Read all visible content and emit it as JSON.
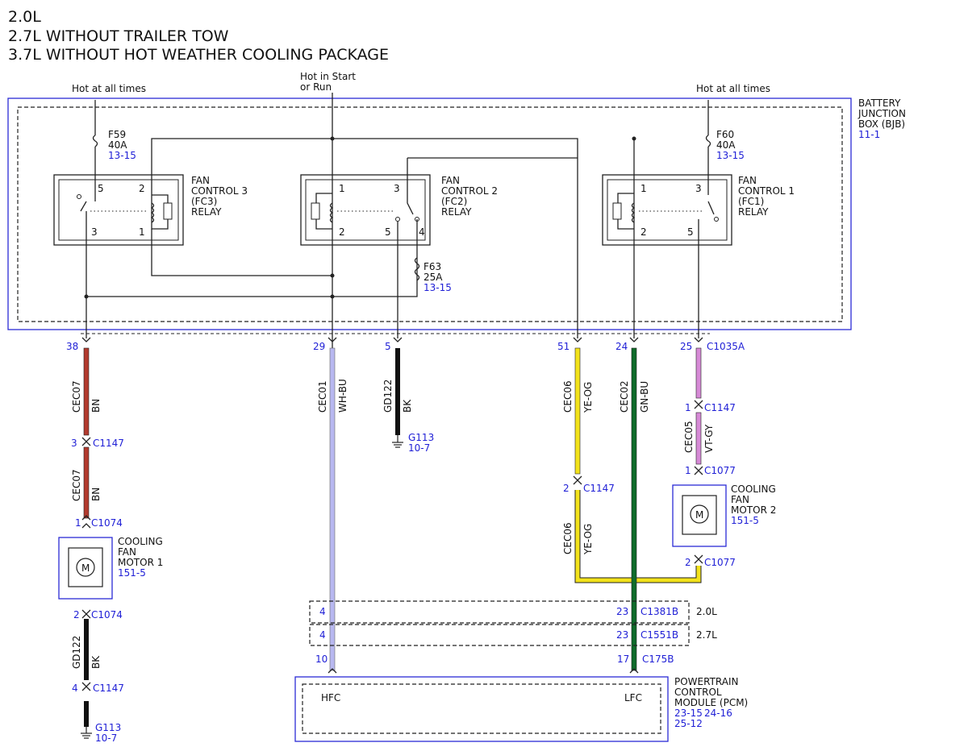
{
  "header": {
    "line1": "2.0L",
    "line2": "2.7L WITHOUT TRAILER TOW",
    "line3": "3.7L WITHOUT HOT WEATHER COOLING PACKAGE"
  },
  "power": {
    "hot_left": "Hot at all times",
    "hot_start_1": "Hot in Start",
    "hot_start_2": "or Run",
    "hot_right": "Hot at all times"
  },
  "bjb": {
    "line1": "BATTERY",
    "line2": "JUNCTION",
    "line3": "BOX (BJB)",
    "ref": "11-1"
  },
  "fuses": {
    "f59": {
      "name": "F59",
      "amps": "40A",
      "ref": "13-15"
    },
    "f60": {
      "name": "F60",
      "amps": "40A",
      "ref": "13-15"
    },
    "f63": {
      "name": "F63",
      "amps": "25A",
      "ref": "13-15"
    }
  },
  "relays": {
    "fc3": {
      "l1": "FAN",
      "l2": "CONTROL 3",
      "l3": "(FC3)",
      "l4": "RELAY",
      "p5": "5",
      "p2": "2",
      "p3": "3",
      "p1": "1"
    },
    "fc2": {
      "l1": "FAN",
      "l2": "CONTROL 2",
      "l3": "(FC2)",
      "l4": "RELAY",
      "p1": "1",
      "p3": "3",
      "p2": "2",
      "p5": "5",
      "p4": "4"
    },
    "fc1": {
      "l1": "FAN",
      "l2": "CONTROL 1",
      "l3": "(FC1)",
      "l4": "RELAY",
      "p1": "1",
      "p3": "3",
      "p2": "2",
      "p5": "5"
    }
  },
  "pins": {
    "p38": "38",
    "p29": "29",
    "p5": "5",
    "p51": "51",
    "p24": "24",
    "p25": "25",
    "c1035a": "C1035A"
  },
  "circuits": {
    "cec07a": {
      "code": "CEC07",
      "color": "BN"
    },
    "cec01": {
      "code": "CEC01",
      "color": "WH-BU"
    },
    "gd122a": {
      "code": "GD122",
      "color": "BK"
    },
    "cec06a": {
      "code": "CEC06",
      "color": "YE-OG"
    },
    "cec02": {
      "code": "CEC02",
      "color": "GN-BU"
    },
    "cec05": {
      "code": "CEC05",
      "color": "VT-GY"
    },
    "cec07b": {
      "code": "CEC07",
      "color": "BN"
    },
    "cec06b": {
      "code": "CEC06",
      "color": "YE-OG"
    },
    "gd122b": {
      "code": "GD122",
      "color": "BK"
    }
  },
  "connectors": {
    "c1147_3": {
      "pin": "3",
      "name": "C1147"
    },
    "c1074_1": {
      "pin": "1",
      "name": "C1074"
    },
    "c1074_2": {
      "pin": "2",
      "name": "C1074"
    },
    "c1147_4": {
      "pin": "4",
      "name": "C1147"
    },
    "c1147_1": {
      "pin": "1",
      "name": "C1147"
    },
    "c1077_1": {
      "pin": "1",
      "name": "C1077"
    },
    "c1077_2": {
      "pin": "2",
      "name": "C1077"
    },
    "c1147_2": {
      "pin": "2",
      "name": "C1147"
    },
    "c1381b": {
      "pin_left": "4",
      "pin_right": "23",
      "name": "C1381B",
      "engine": "2.0L"
    },
    "c1551b": {
      "pin_left": "4",
      "pin_right": "23",
      "name": "C1551B",
      "engine": "2.7L"
    },
    "c175b": {
      "pin_left": "10",
      "pin_right": "17",
      "name": "C175B"
    }
  },
  "grounds": {
    "g113a": {
      "name": "G113",
      "ref": "10-7"
    },
    "g113b": {
      "name": "G113",
      "ref": "10-7"
    }
  },
  "motors": {
    "m1": {
      "l1": "COOLING",
      "l2": "FAN",
      "l3": "MOTOR 1",
      "ref": "151-5",
      "symbol": "M"
    },
    "m2": {
      "l1": "COOLING",
      "l2": "FAN",
      "l3": "MOTOR 2",
      "ref": "151-5",
      "symbol": "M"
    }
  },
  "pcm": {
    "l1": "POWERTRAIN",
    "l2": "CONTROL",
    "l3": "MODULE (PCM)",
    "ref1": "23-15",
    "ref2": "24-16",
    "ref3": "25-12",
    "hfc": "HFC",
    "lfc": "LFC"
  },
  "wire_colors": {
    "brown": "#b23a2e",
    "white_blue": "#b8b8f0",
    "black": "#111111",
    "yellow": "#f2e21b",
    "green": "#0f6b2a",
    "violet": "#d68ad6",
    "box_blue": "#2b2bd6",
    "ref_blue": "#1f1fd6"
  }
}
